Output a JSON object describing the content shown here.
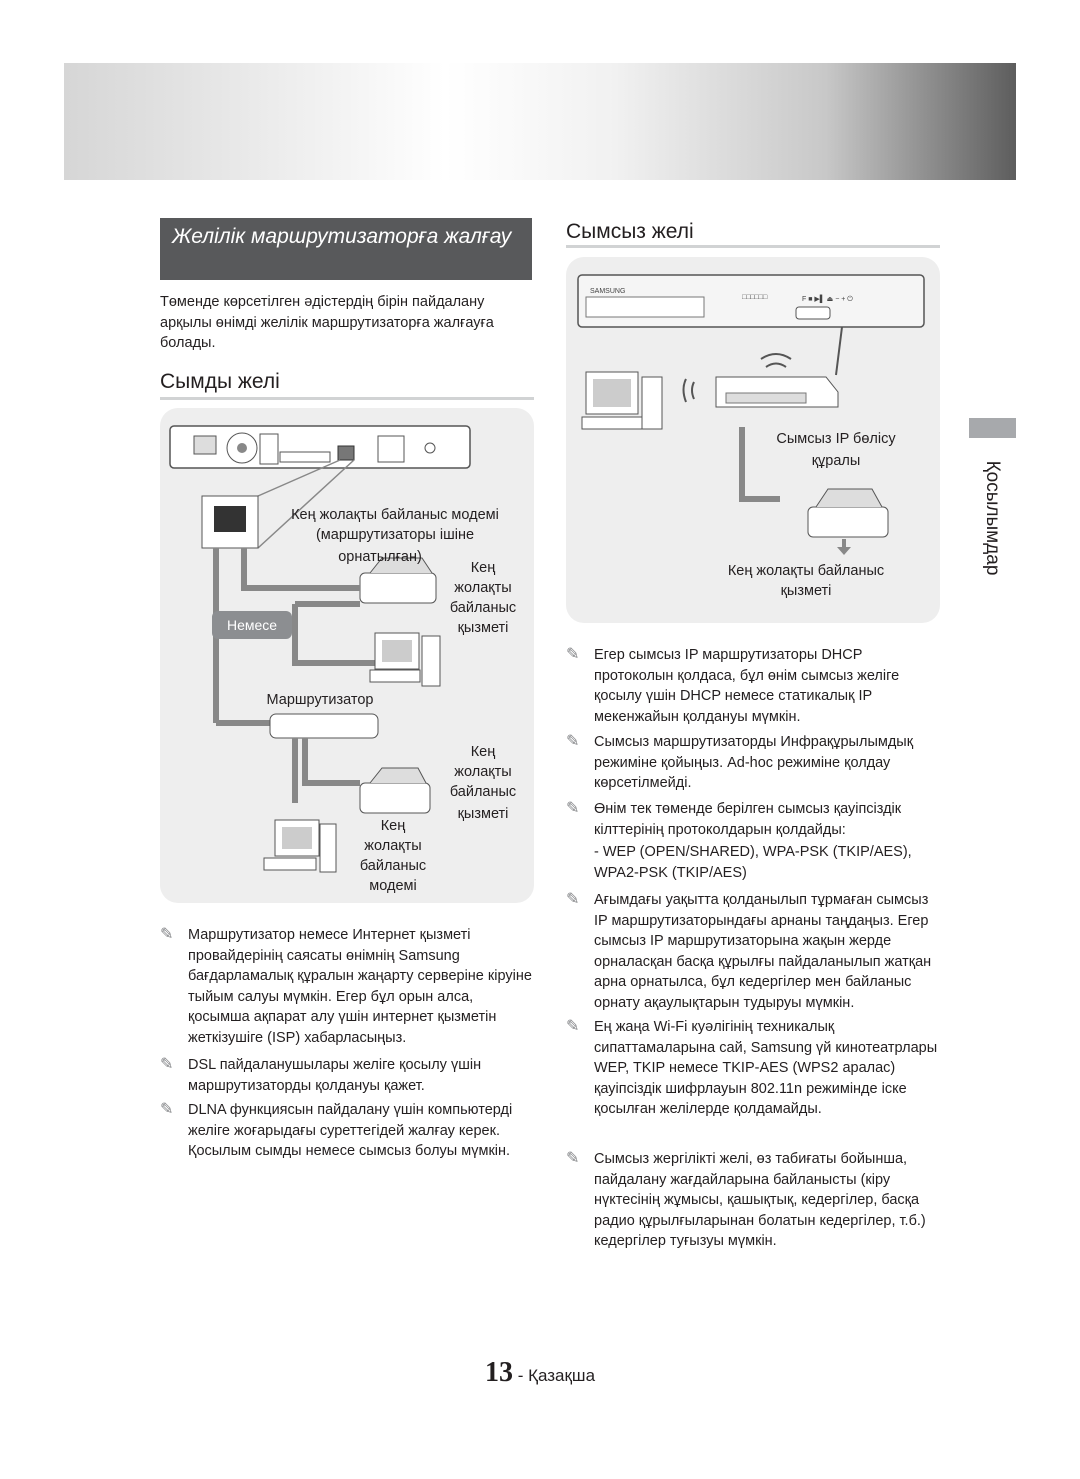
{
  "header": {
    "section_title": "Желілік маршрутизаторға жалғау"
  },
  "intro": "Төменде көрсетілген әдістердің бірін пайдалану арқылы өнімді желілік маршрутизаторға жалғауға болады.",
  "wired": {
    "heading": "Сымды желі",
    "labels": {
      "modem_builtin_1": "Кең жолақты байланыс модемі",
      "modem_builtin_2": "(маршрутизаторы ішіне",
      "modem_builtin_3": "орнатылған)",
      "service_a_1": "Кең",
      "service_a_2": "жолақты",
      "service_a_3": "байланыс",
      "service_a_4": "қызметі",
      "or": "Немесе",
      "router": "Маршрутизатор",
      "service_b_1": "Кең",
      "service_b_2": "жолақты",
      "service_b_3": "байланыс",
      "service_b_4": "қызметі",
      "modem_1": "Кең",
      "modem_2": "жолақты",
      "modem_3": "байланыс",
      "modem_4": "модемі"
    },
    "notes": [
      "Маршрутизатор немесе Интернет қызметі провайдерінің саясаты өнімнің Samsung бағдарламалық құралын жаңарту серверіне кіруіне тыйым салуы мүмкін. Егер бұл орын алса, қосымша ақпарат алу үшін интернет қызметін жеткізушіге (ISP) хабарласыңыз.",
      "DSL пайдаланушылары желіге қосылу үшін маршрутизаторды қолдануы қажет.",
      "DLNA функциясын пайдалану үшін компьютерді желіге жоғарыдағы суреттегідей жалғау керек. Қосылым сымды немесе сымсыз болуы мүмкін."
    ]
  },
  "wireless": {
    "heading": "Сымсыз желі",
    "labels": {
      "ip_sharer_1": "Сымсыз IP бөлісу",
      "ip_sharer_2": "құралы",
      "service_1": "Кең жолақты байланыс",
      "service_2": "қызметі"
    },
    "device_brand": "SAMSUNG",
    "notes": [
      "Егер сымсыз IP маршрутизаторы DHCP протоколын қолдаса, бұл өнім сымсыз желіге қосылу үшін DHCP немесе статикалық IP мекенжайын қолдануы мүмкін.",
      "Сымсыз маршрутизаторды Инфрақұрылымдық режиміне қойыңыз. Ad-hoc режиміне қолдау көрсетілмейді.",
      "Өнім тек төменде берілген сымсыз қауіпсіздік кілттерінің протоколдарын қолдайды:",
      "Ағымдағы уақытта қолданылып тұрмаған сымсыз IP маршрутизаторындағы арнаны таңдаңыз. Егер сымсыз IP маршрутизаторына жақын жерде орналасқан басқа құрылғы пайдаланылып жатқан арна орнатылса, бұл кедергілер мен байланыс орнату ақаулықтарын тудыруы мүмкін.",
      "Ең жаңа Wi-Fi куәлігінің техникалық сипаттамаларына сай, Samsung үй кинотеатрлары WEP, TKIP немесе TKIP-AES (WPS2 аралас) қауіпсіздік шифрлауын 802.11n режимінде іске қосылған желілерде қолдамайды.",
      "Сымсыз жергілікті желі, өз табиғаты бойынша, пайдалану жағдайларына байланысты (кіру нүктесінің жұмысы, қашықтық, кедергілер, басқа радио құрылғыларынан болатын кедергілер, т.б.) кедергілер туғызуы мүмкін."
    ],
    "sub_bullet": "-  WEP (OPEN/SHARED), WPA-PSK (TKIP/AES), WPA2-PSK (TKIP/AES)"
  },
  "side_tab": "Қосылымдар",
  "footer": {
    "page_number": "13",
    "language": " - Қазақша"
  }
}
